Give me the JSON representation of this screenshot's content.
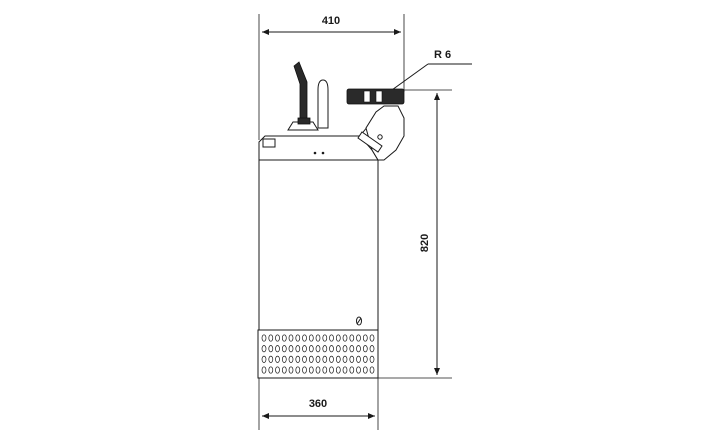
{
  "drawing": {
    "dimensions": {
      "top_width": "410",
      "bottom_width": "360",
      "height": "820",
      "outlet_radius": "R 6"
    },
    "strainer": {
      "rows": 4,
      "holes_per_row": 17
    },
    "colors": {
      "line": "#1a1a1a",
      "dark_part": "#2a2a2a",
      "background": "#ffffff"
    }
  }
}
